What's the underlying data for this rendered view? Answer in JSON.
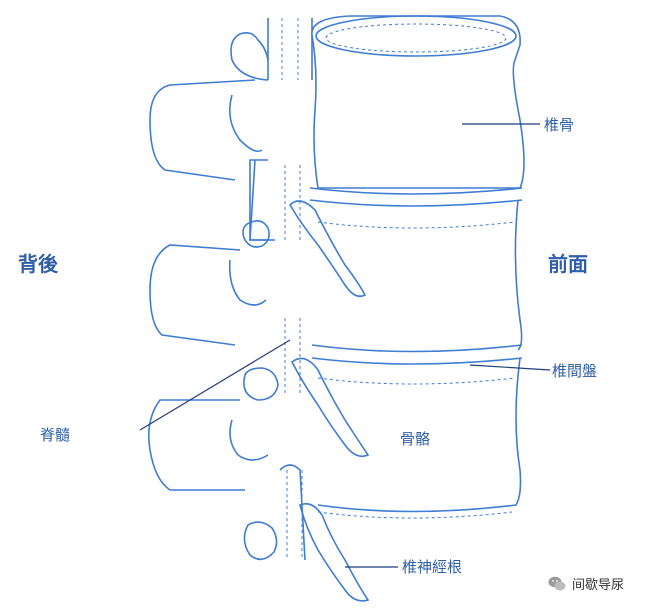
{
  "labels": {
    "back": "背後",
    "front": "前面",
    "vertebra": "椎骨",
    "spinal_cord": "脊髓",
    "disc": "椎間盤",
    "bone": "骨骼",
    "nerve_root": "椎神經根"
  },
  "watermark": {
    "text": "间歇导尿",
    "icon": "wechat-icon"
  },
  "colors": {
    "line": "#3f7cd4",
    "label": "#2f5faa",
    "leader": "#1f3f7a"
  }
}
